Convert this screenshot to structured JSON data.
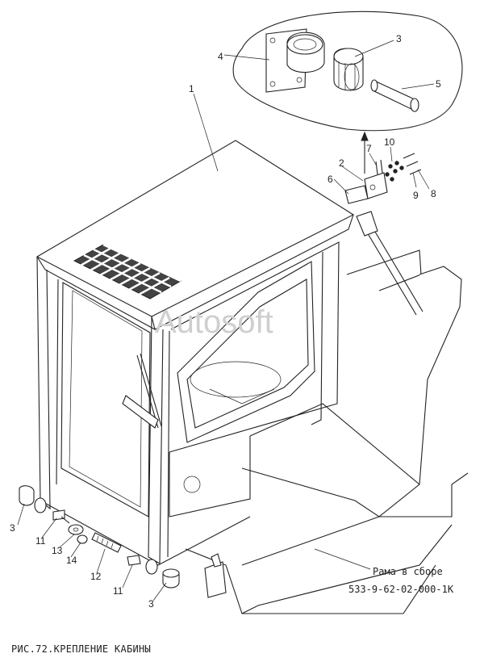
{
  "caption": "РИС.72.КРЕПЛЕНИЕ КАБИНЫ",
  "watermark": "Autosoft",
  "frame_note": {
    "line1": "Рама в сборе",
    "line2": "533-9-62-02-000-1К"
  },
  "callouts": {
    "c1": "1",
    "c2": "2",
    "c3_detail": "3",
    "c3_left": "3",
    "c3_bottom": "3",
    "c4": "4",
    "c5": "5",
    "c6": "6",
    "c7": "7",
    "c8": "8",
    "c9": "9",
    "c10": "10",
    "c11_left": "11",
    "c11_bottom": "11",
    "c12": "12",
    "c13": "13",
    "c14": "14"
  }
}
